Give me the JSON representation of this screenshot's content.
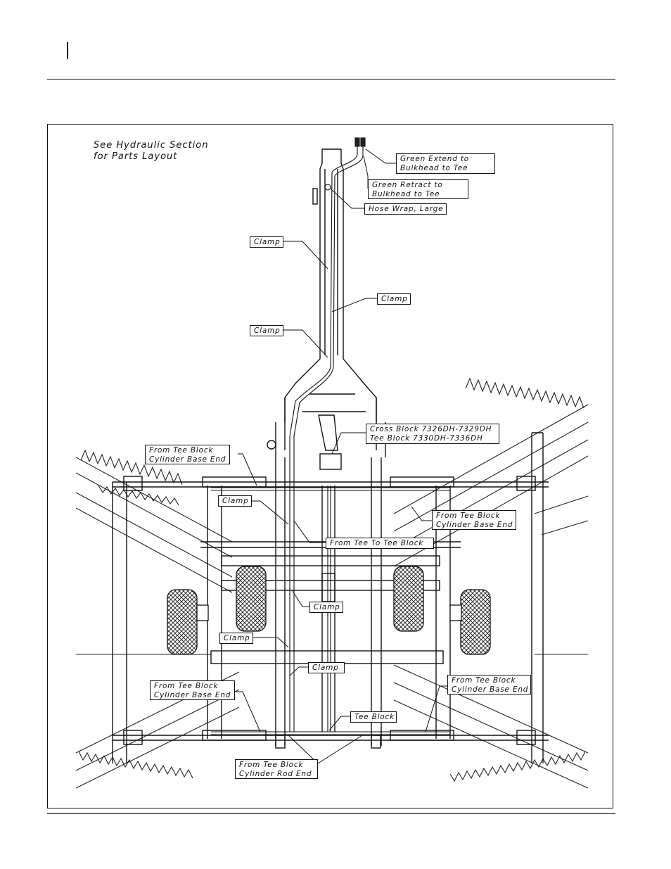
{
  "note": {
    "line1": "See Hydraulic Section",
    "line2": "for Parts Layout"
  },
  "callouts": {
    "green_extend": [
      "Green Extend to",
      "Bulkhead to Tee"
    ],
    "green_retract": [
      "Green Retract to",
      "Bulkhead to Tee"
    ],
    "hose_wrap": "Hose Wrap, Large",
    "clamp_upper_left": "Clamp",
    "clamp_upper_right": "Clamp",
    "clamp_mid_left": "Clamp",
    "cross_block": [
      "Cross Block 7326DH-7329DH",
      "Tee Block 7330DH-7336DH"
    ],
    "tee_base_left_top": [
      "From Tee Block",
      "Cylinder Base End"
    ],
    "clamp_frame_left": "Clamp",
    "tee_base_right_top": [
      "From Tee Block",
      "Cylinder Base End"
    ],
    "tee_to_tee": "From Tee To Tee Block",
    "clamp_center_low": "Clamp",
    "clamp_left_low": "Clamp",
    "clamp_bottom_center": "Clamp",
    "tee_base_left_bottom": [
      "From Tee Block",
      "Cylinder Base End"
    ],
    "tee_base_right_bottom": [
      "From Tee Block",
      "Cylinder Base End"
    ],
    "tee_block": "Tee Block",
    "tee_rod_end": [
      "From Tee Block",
      "Cylinder Rod End"
    ]
  }
}
